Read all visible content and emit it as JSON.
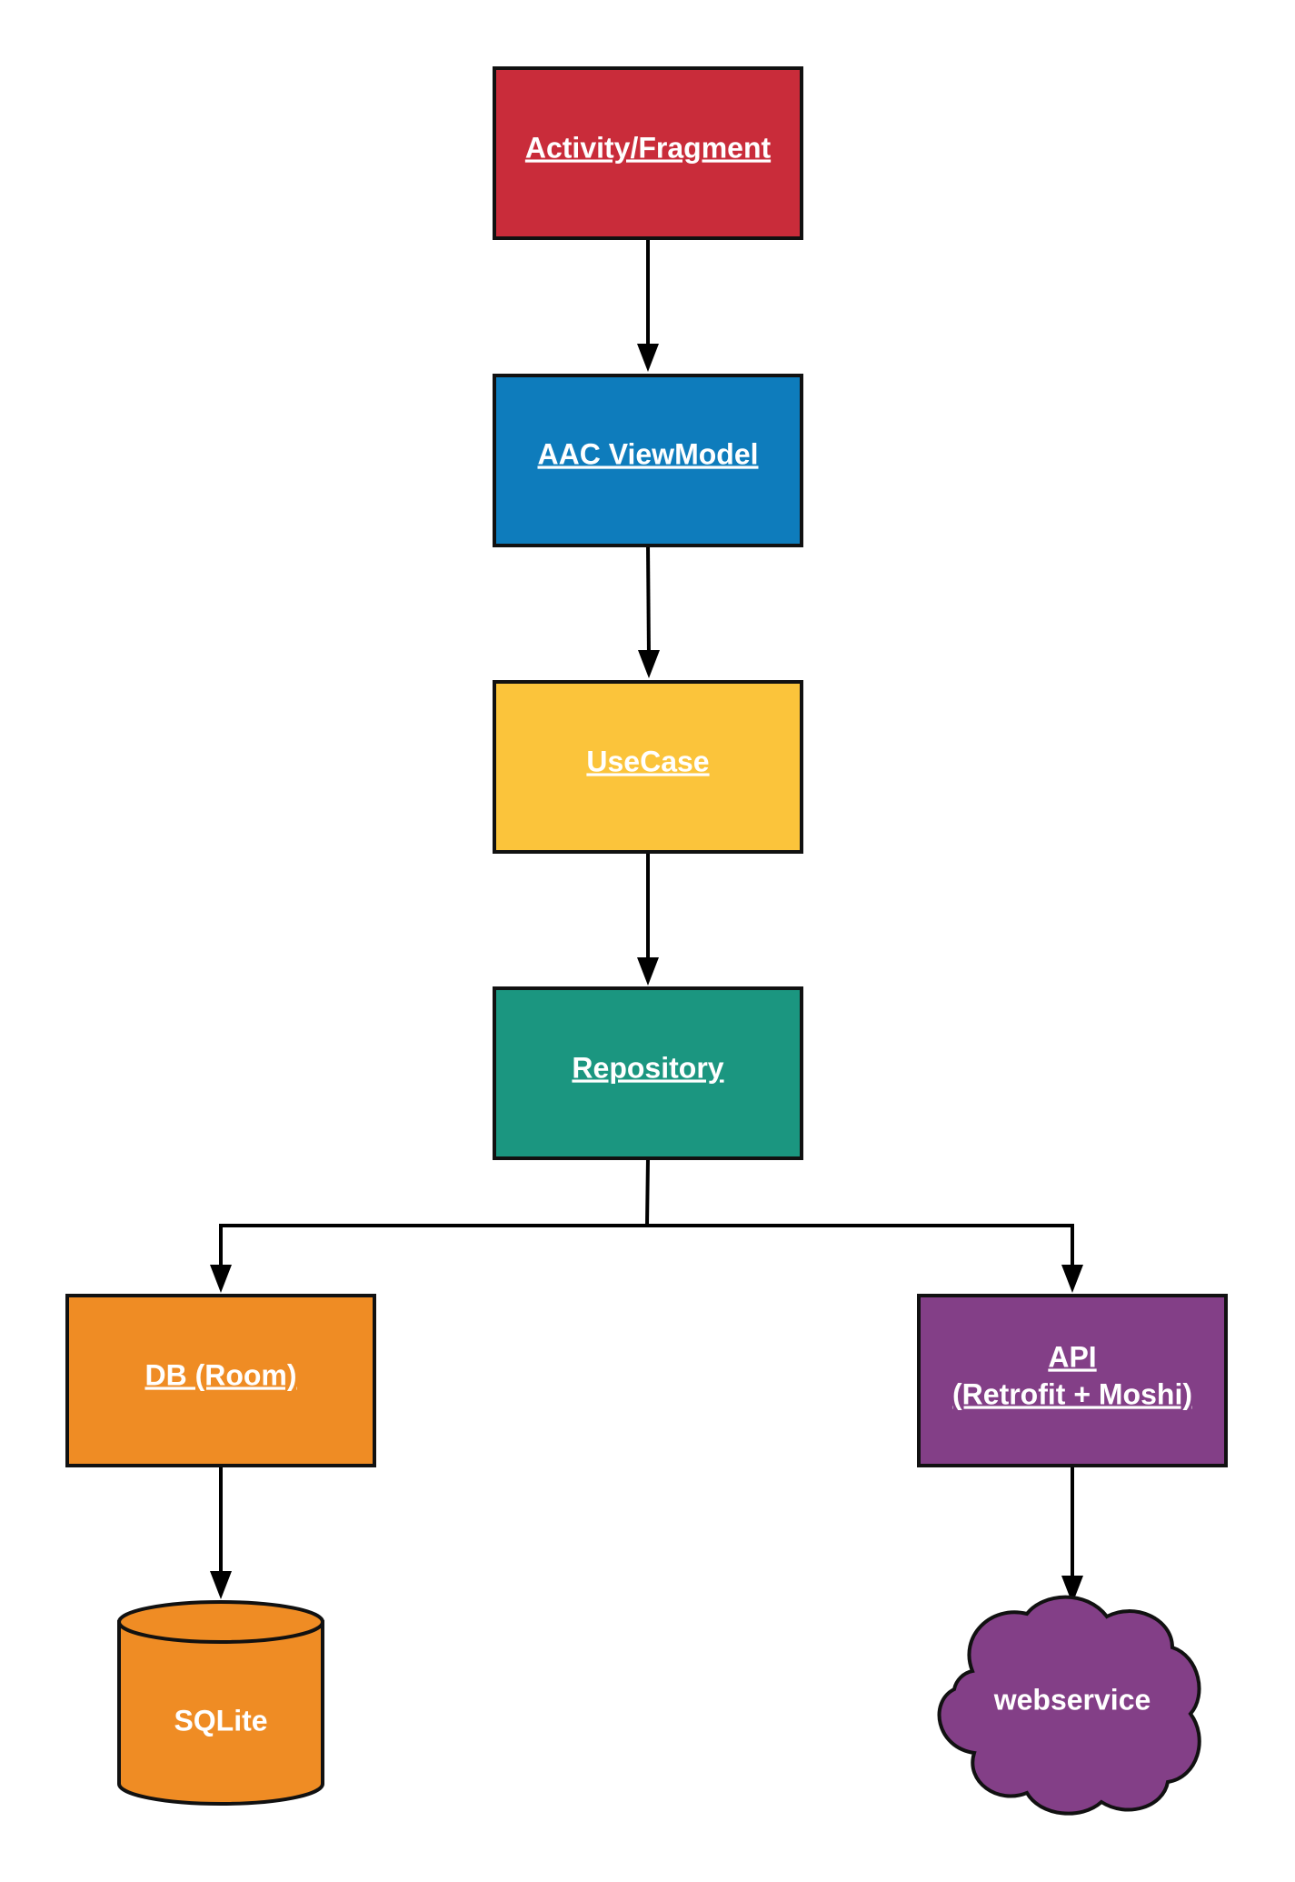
{
  "nodes": {
    "activity": {
      "label": "Activity/Fragment",
      "color": "#C92C3A",
      "shape": "rectangle"
    },
    "viewmodel": {
      "label": "AAC ViewModel",
      "color": "#0E7CBC",
      "shape": "rectangle"
    },
    "usecase": {
      "label": "UseCase",
      "color": "#FBC43B",
      "shape": "rectangle"
    },
    "repository": {
      "label": "Repository",
      "color": "#1B9680",
      "shape": "rectangle"
    },
    "db": {
      "label": "DB (Room)",
      "color": "#EF8C24",
      "shape": "rectangle"
    },
    "api": {
      "label_line1": "API",
      "label_line2": "(Retrofit + Moshi)",
      "color": "#833F87",
      "shape": "rectangle"
    },
    "sqlite": {
      "label": "SQLite",
      "color": "#EF8C24",
      "shape": "cylinder"
    },
    "webservice": {
      "label": "webservice",
      "color": "#833F87",
      "shape": "cloud"
    }
  },
  "edges": [
    {
      "from": "Activity/Fragment",
      "to": "AAC ViewModel"
    },
    {
      "from": "AAC ViewModel",
      "to": "UseCase"
    },
    {
      "from": "UseCase",
      "to": "Repository"
    },
    {
      "from": "Repository",
      "to": "DB (Room)"
    },
    {
      "from": "Repository",
      "to": "API (Retrofit + Moshi)"
    },
    {
      "from": "DB (Room)",
      "to": "SQLite"
    },
    {
      "from": "API (Retrofit + Moshi)",
      "to": "webservice"
    }
  ]
}
